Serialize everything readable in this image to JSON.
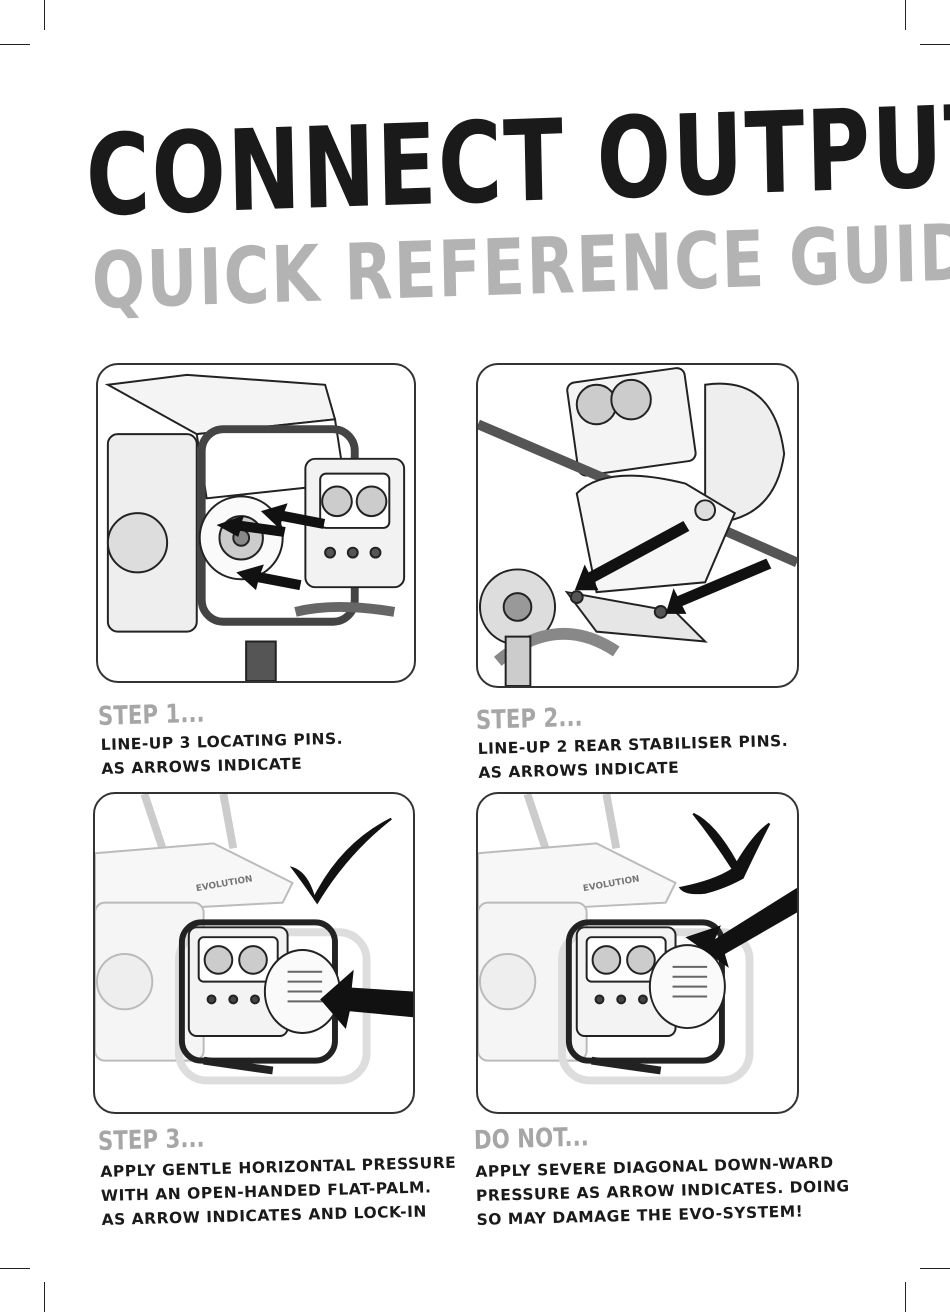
{
  "title": {
    "main": "CONNECT OUTPUT",
    "sub": "QUICK REFERENCE GUIDE"
  },
  "steps": [
    {
      "heading": "STEP 1...",
      "lines": [
        "LINE-UP 3 LOCATING PINS.",
        "AS ARROWS INDICATE"
      ]
    },
    {
      "heading": "STEP 2...",
      "lines": [
        "LINE-UP 2 REAR STABILISER PINS.",
        "AS ARROWS INDICATE"
      ]
    },
    {
      "heading": "STEP 3...",
      "lines": [
        "APPLY GENTLE HORIZONTAL PRESSURE",
        "WITH AN OPEN-HANDED FLAT-PALM.",
        "AS ARROW INDICATES AND LOCK-IN"
      ]
    },
    {
      "heading": "DO NOT...",
      "lines": [
        "APPLY SEVERE DIAGONAL DOWN-WARD",
        "PRESSURE AS ARROW INDICATES. DOING",
        "SO MAY DAMAGE THE EVO-SYSTEM!"
      ]
    }
  ],
  "brand_label": "EVOLUTION",
  "icons": [
    "check-mark-icon",
    "cross-mark-icon",
    "arrow-icon"
  ],
  "colors": {
    "ink": "#1a1a1a",
    "grey_heading": "#a6a6a6",
    "subtitle": "#b3b3b3",
    "panel_border": "#333333"
  }
}
